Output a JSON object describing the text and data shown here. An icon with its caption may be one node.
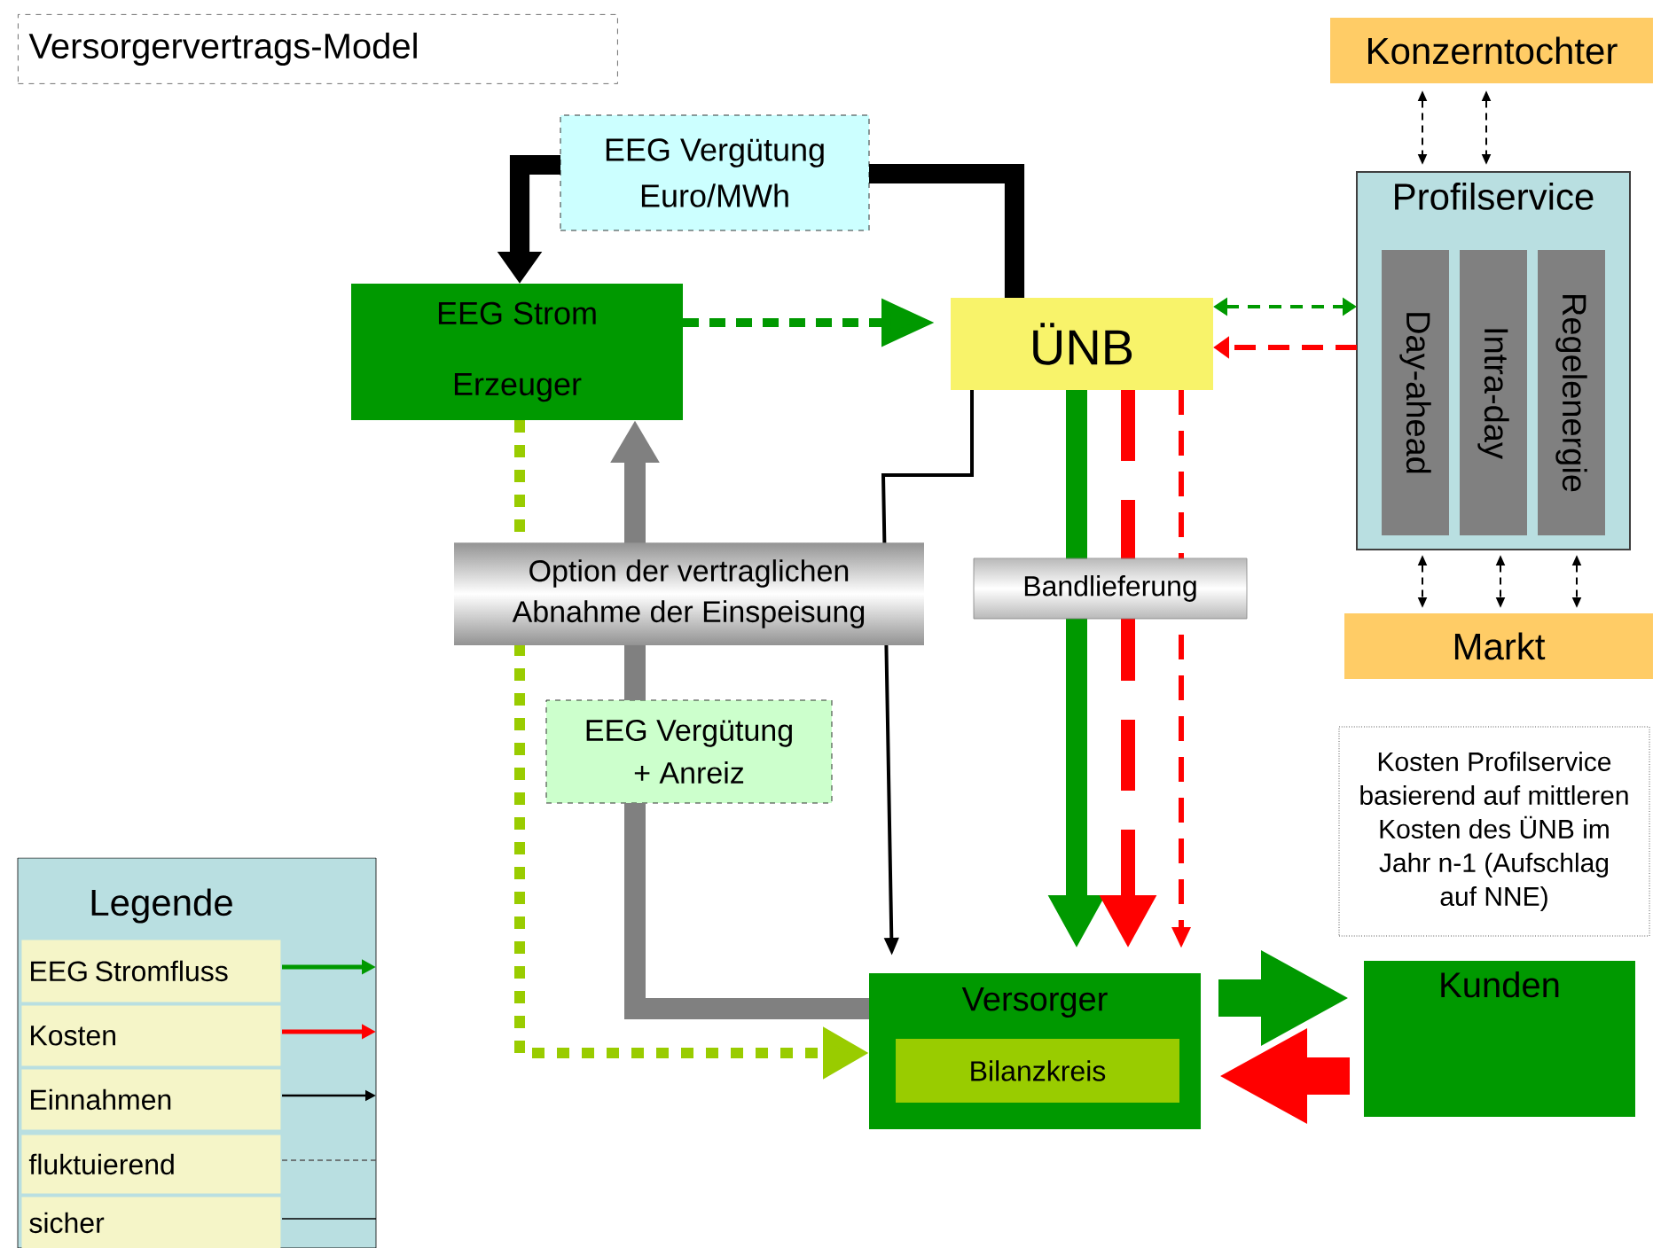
{
  "diagram": {
    "title": "Versorgervertrags-Model",
    "nodes": [
      {
        "text": [
          "EEG Vergütung Euro/MWh"
        ]
      },
      {
        "text": [
          "EEG Strom Erzeuger"
        ]
      },
      {
        "text": [
          "ÜNB"
        ]
      },
      {
        "text": [
          "Konzerntochter"
        ]
      },
      {
        "text": [
          "Profilservice"
        ]
      },
      {
        "text": [
          "Day-ahead"
        ],
        "in": 4
      },
      {
        "text": [
          "Intra-day"
        ],
        "in": 4
      },
      {
        "text": [
          "Regelenergie"
        ],
        "in": 4
      },
      {
        "text": [
          "Markt"
        ]
      },
      {
        "text": [
          "EEG Vergütung + Anreiz"
        ]
      },
      {
        "text": [
          "Versorger"
        ]
      },
      {
        "text": [
          "Bilanzkreis"
        ],
        "in": 10
      },
      {
        "text": [
          "Kunden"
        ]
      },
      {
        "text": [
          "Kosten Profilservice basierend auf mittleren Kosten des ÜNB im Jahr n-1 (Aufschlag auf NNE)"
        ]
      }
    ],
    "edges": [
      {
        "from": 2,
        "to": 0,
        "arrow": "none",
        "style": "thick"
      },
      {
        "from": 0,
        "to": 1,
        "arrow": "to",
        "style": "thick"
      },
      {
        "from": 1,
        "to": 2,
        "arrow": "to",
        "style": "dashed",
        "color": "#009900"
      },
      {
        "from": 2,
        "to": 4,
        "arrow": "both",
        "style": "dashed",
        "color": "#009900"
      },
      {
        "from": 4,
        "to": 2,
        "arrow": "to",
        "style": "dashed",
        "color": "#ff0000"
      },
      {
        "from": 3,
        "to": 4,
        "arrow": "both",
        "style": "dashed"
      },
      {
        "from": 3,
        "to": 4,
        "arrow": "both",
        "style": "dashed"
      },
      {
        "from": 4,
        "to": 8,
        "arrow": "both",
        "style": "dashed"
      },
      {
        "from": 4,
        "to": 8,
        "arrow": "both",
        "style": "dashed"
      },
      {
        "from": 4,
        "to": 8,
        "arrow": "both",
        "style": "dashed"
      },
      {
        "from": 2,
        "to": 10,
        "arrow": "to"
      },
      {
        "from": 1,
        "to": 10,
        "arrow": "to",
        "style": "dashed",
        "color": "#99cc00"
      },
      {
        "from": 10,
        "to": 9,
        "arrow": "none",
        "style": "thick",
        "color": "#808080"
      },
      {
        "from": 9,
        "to": 1,
        "arrow": "to",
        "style": "thick",
        "color": "#808080",
        "label": "Option der vertraglichen Abnahme der Einspeisung"
      },
      {
        "from": 2,
        "to": 10,
        "arrow": "to",
        "style": "thick",
        "color": "#009900",
        "label": "Bandlieferung"
      },
      {
        "from": 2,
        "to": 10,
        "arrow": "to",
        "style": "dashed",
        "color": "#ff0000"
      },
      {
        "from": 2,
        "to": 10,
        "arrow": "to",
        "style": "dashed",
        "color": "#ff0000"
      },
      {
        "from": 10,
        "to": 12,
        "arrow": "to",
        "style": "thick",
        "color": "#009900"
      },
      {
        "from": 12,
        "to": 10,
        "arrow": "to",
        "style": "thick",
        "color": "#ff0000"
      }
    ],
    "labels": [
      "Legende"
    ],
    "legend": [
      {
        "text": "EEG Stromfluss"
      },
      {
        "text": "Kosten"
      },
      {
        "text": "Einnahmen"
      },
      {
        "text": "fluktuierend"
      },
      {
        "text": "sicher"
      }
    ]
  }
}
